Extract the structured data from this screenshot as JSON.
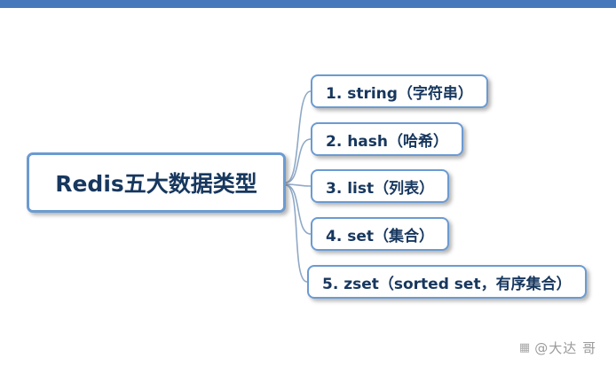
{
  "diagram": {
    "type": "mindmap",
    "root": {
      "label": "Redis五大数据类型"
    },
    "children": [
      {
        "label": "1. string（字符串）"
      },
      {
        "label": "2. hash（哈希）"
      },
      {
        "label": "3. list（列表）"
      },
      {
        "label": "4. set（集合）"
      },
      {
        "label": "5. zset（sorted set，有序集合）"
      }
    ]
  },
  "watermark": {
    "icon": "▦",
    "text": "@大达 哥"
  },
  "colors": {
    "topbar": "#4678bc",
    "node_border": "#6b9bd2",
    "node_text": "#17375e",
    "connector": "#8fa9c6",
    "watermark_text": "#9b9b9b"
  }
}
